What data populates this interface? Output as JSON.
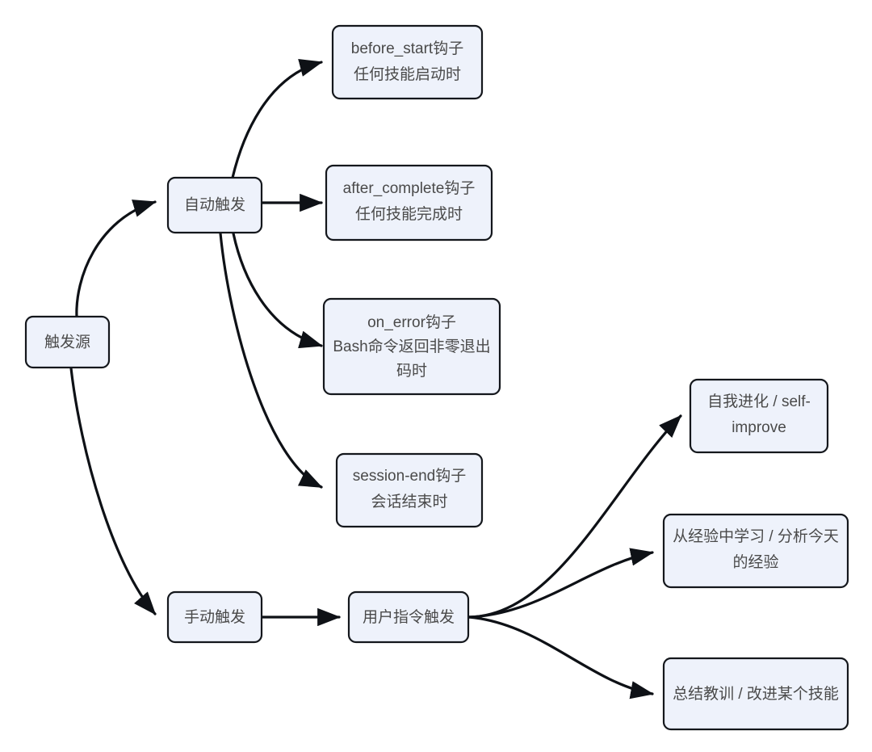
{
  "diagram": {
    "type": "flowchart",
    "direction": "left-to-right",
    "background_color": "#ffffff",
    "node_fill_color": "#eef2fb",
    "node_stroke_color": "#14171c",
    "edge_color": "#0e1116",
    "label_color": "#4a4a4a",
    "nodes": {
      "trigger_source": {
        "label": "触发源"
      },
      "auto_trigger": {
        "label": "自动触发"
      },
      "manual_trigger": {
        "label": "手动触发"
      },
      "before_start": {
        "line1": "before_start钩子",
        "line2": "任何技能启动时"
      },
      "after_complete": {
        "line1": "after_complete钩子",
        "line2": "任何技能完成时"
      },
      "on_error": {
        "line1": "on_error钩子",
        "line2": "Bash命令返回非零退出",
        "line3": "码时"
      },
      "session_end": {
        "line1": "session-end钩子",
        "line2": "会话结束时"
      },
      "user_command": {
        "label": "用户指令触发"
      },
      "self_improve": {
        "line1": "自我进化 / self-",
        "line2": "improve"
      },
      "learn_from_experience": {
        "line1": "从经验中学习 / 分析今天",
        "line2": "的经验"
      },
      "summarize_lessons": {
        "label": "总结教训 / 改进某个技能"
      }
    },
    "edges": [
      {
        "from": "trigger_source",
        "to": "auto_trigger"
      },
      {
        "from": "trigger_source",
        "to": "manual_trigger"
      },
      {
        "from": "auto_trigger",
        "to": "before_start"
      },
      {
        "from": "auto_trigger",
        "to": "after_complete"
      },
      {
        "from": "auto_trigger",
        "to": "on_error"
      },
      {
        "from": "auto_trigger",
        "to": "session_end"
      },
      {
        "from": "manual_trigger",
        "to": "user_command"
      },
      {
        "from": "user_command",
        "to": "self_improve"
      },
      {
        "from": "user_command",
        "to": "learn_from_experience"
      },
      {
        "from": "user_command",
        "to": "summarize_lessons"
      }
    ]
  }
}
